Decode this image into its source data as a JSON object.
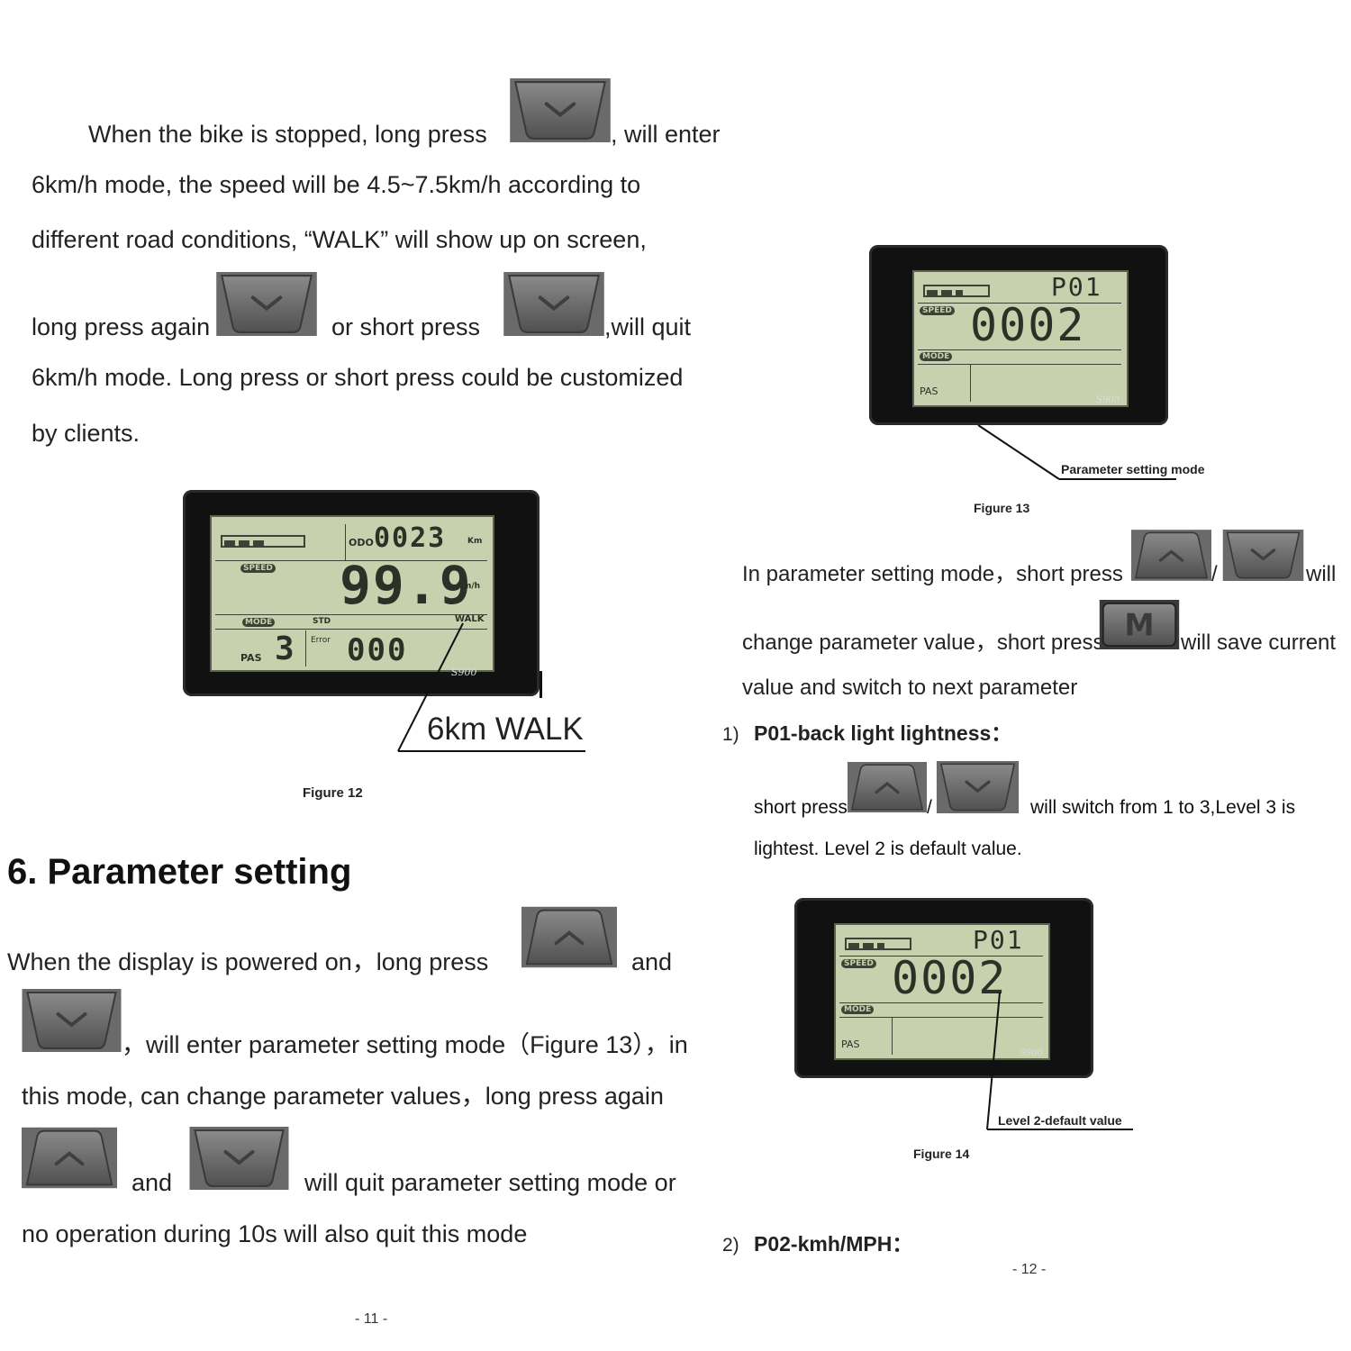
{
  "left_page": {
    "para1": {
      "line1_a": "When the bike is stopped, long press",
      "line1_b": ", will enter",
      "line2": "6km/h mode, the speed will be 4.5~7.5km/h according to",
      "line3": "different road conditions, “WALK” will show up on screen,",
      "line4_a": "long press again",
      "line4_b": "or short press",
      "line4_c": ",will quit",
      "line5": "6km/h mode. Long press or short press could be customized",
      "line6": "by clients."
    },
    "figure12": {
      "odo_label": "ODO",
      "odo_value": "0023",
      "odo_unit": "Km",
      "speed_label": "SPEED",
      "speed_value": "99.9",
      "speed_unit": "Km/h",
      "mode_label": "MODE",
      "mode_value": "STD",
      "walk": "WALK",
      "pas_label": "PAS",
      "pas_value": "3",
      "error_label": "Error",
      "error_value": "000",
      "model": "S900",
      "callout": "6km WALK",
      "caption": "Figure 12"
    },
    "section_heading": "6. Parameter setting",
    "para2": {
      "line1_a": "When the display is powered on，long press",
      "line1_b": "and",
      "line2": "，will enter parameter setting mode（Figure 13），in",
      "line3": "this mode, can change parameter values，long press again",
      "line4_a": "and",
      "line4_b": "will quit parameter setting mode or",
      "line5": "no operation during 10s will also quit this mode"
    },
    "page_number": "- 11 -"
  },
  "right_page": {
    "figure13": {
      "param_code": "P01",
      "value": "0002",
      "speed_label": "SPEED",
      "mode_label": "MODE",
      "pas_label": "PAS",
      "model": "S900",
      "callout": "Parameter setting mode",
      "caption": "Figure 13"
    },
    "para1": {
      "line1_a": "In parameter setting mode，short press",
      "line1_sep": "/",
      "line1_b": "will",
      "line2_a": "change parameter value，short press",
      "line2_b": "will save current",
      "line3": "value and    switch to next parameter"
    },
    "item1": {
      "num": "1)",
      "title": "P01-back light lightness：",
      "line1_a": "short press",
      "line1_sep": "/",
      "line1_b": "will switch from 1 to 3,Level 3 is",
      "line2": "lightest. Level 2 is default value."
    },
    "figure14": {
      "param_code": "P01",
      "value": "0002",
      "speed_label": "SPEED",
      "mode_label": "MODE",
      "pas_label": "PAS",
      "model": "S900",
      "callout": "Level 2-default value",
      "caption": "Figure 14"
    },
    "item2": {
      "num": "2)",
      "title": "P02-kmh/MPH："
    },
    "page_number": "- 12 -"
  },
  "buttons": {
    "down_icon": "chevron-down-button",
    "up_icon": "chevron-up-button",
    "m_icon": "m-button",
    "m_label": "M"
  }
}
